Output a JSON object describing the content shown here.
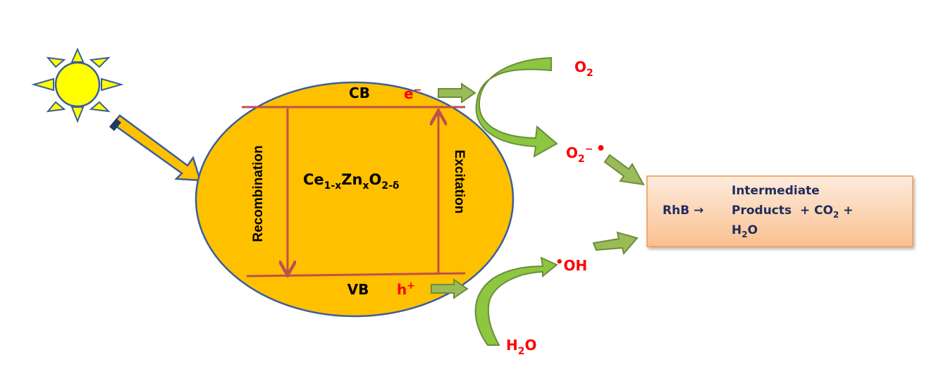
{
  "colors": {
    "particle_fill": "#FFC000",
    "particle_stroke": "#3A5F9A",
    "band_line": "#C0504D",
    "green_arrow": "#8DC63F",
    "green_stroke": "#6B8E3A",
    "sun_fill": "#FFFF00",
    "species_red": "#FF0000",
    "box_border": "#F79646"
  },
  "particle": {
    "cb": "CB",
    "vb": "VB",
    "electron": "e",
    "electron_sup": "−",
    "hole": "h",
    "hole_sup": "+",
    "formula": {
      "ce": "Ce",
      "ce_sub": "1-x",
      "zn": "Zn",
      "zn_sub": "x",
      "o": "O",
      "o_sub": "2-δ"
    },
    "recombination": "Recombination",
    "excitation": "Excitation"
  },
  "species": {
    "o2": {
      "main": "O",
      "sub": "2"
    },
    "superoxide": {
      "main": "O",
      "sub": "2",
      "sup": "−",
      "dot": "•"
    },
    "hydroxyl": {
      "dot": "•",
      "main": "OH"
    },
    "water": {
      "h": "H",
      "sub": "2",
      "o": "O"
    }
  },
  "reaction_box": {
    "reactant": "RhB",
    "arrow": "→",
    "line1": "Intermediate",
    "line2": "Products  + CO",
    "line2_sub": "2",
    "line2_end": " +",
    "line3_h": "H",
    "line3_sub": "2",
    "line3_o": "O"
  }
}
